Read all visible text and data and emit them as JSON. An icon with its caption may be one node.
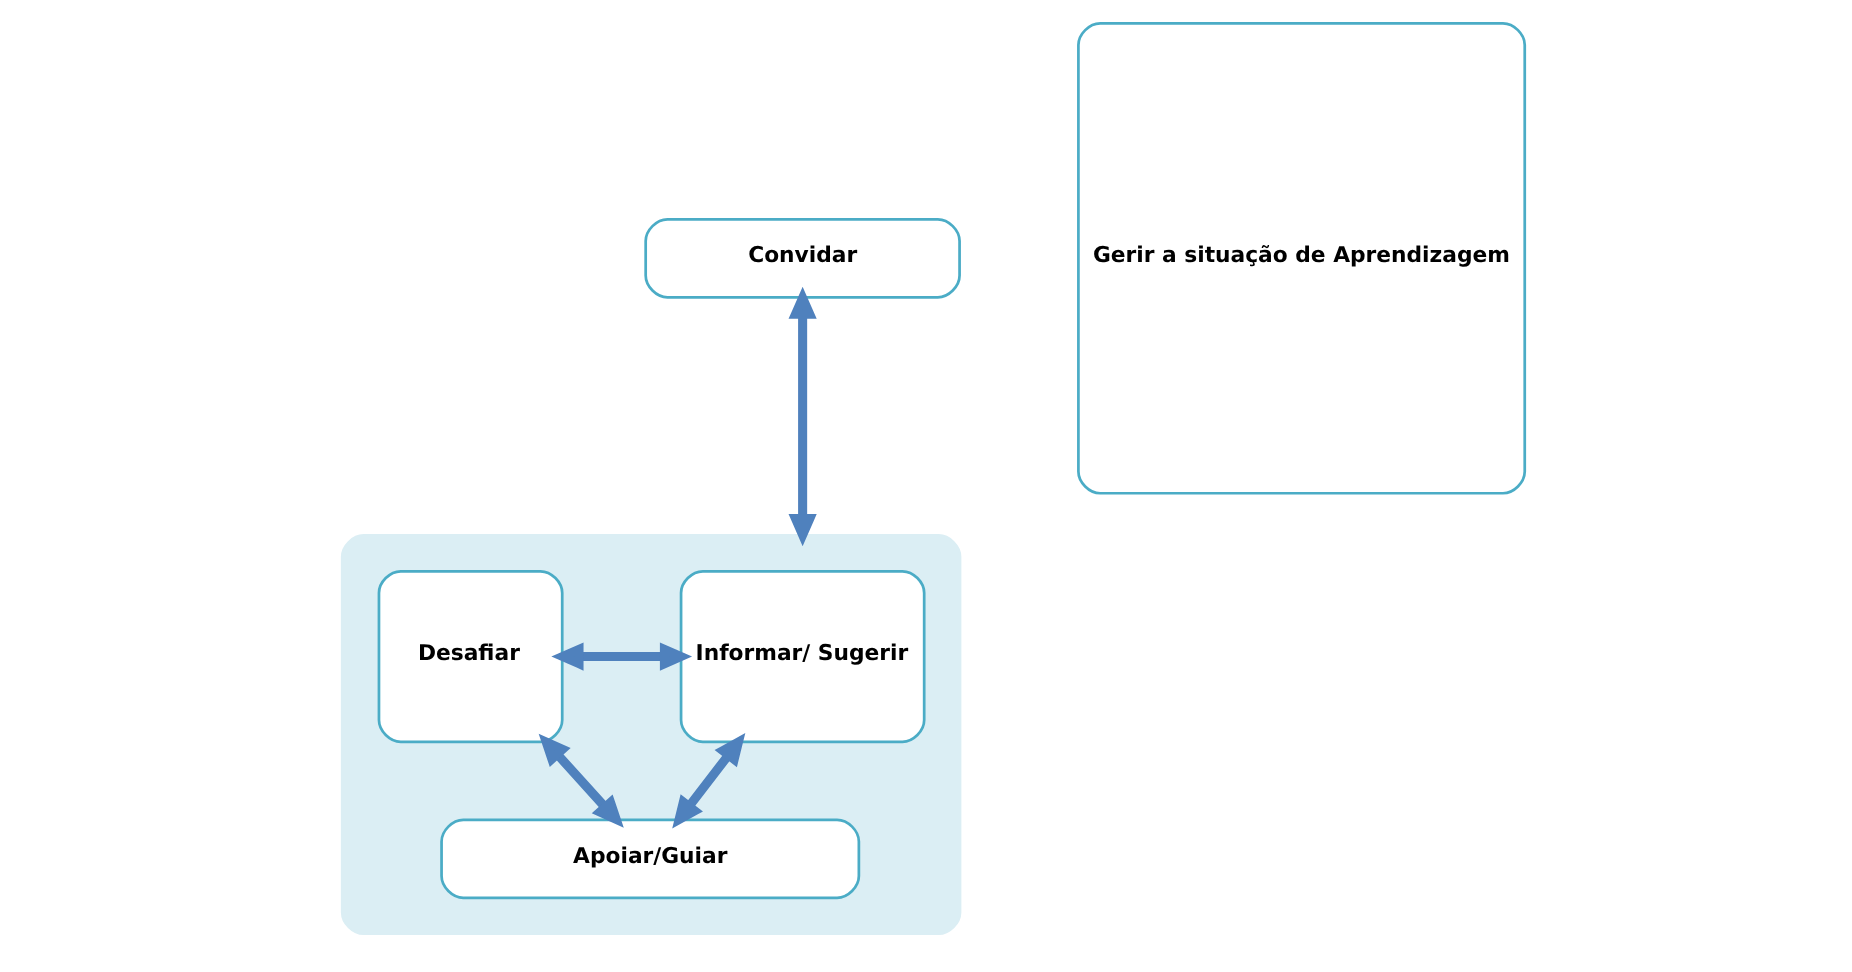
{
  "diagram": {
    "nodes": [
      {
        "text": [
          "Convidar"
        ]
      },
      {
        "text": [],
        "shape": "box"
      },
      {
        "text": [
          "Informar/ Sugerir"
        ],
        "in": 1
      },
      {
        "text": [
          "Desafiar"
        ],
        "in": 1
      },
      {
        "text": [
          "Apoiar/Guiar"
        ],
        "in": 1
      },
      {
        "text": [
          "Gerir a situação de Aprendizagem"
        ]
      }
    ],
    "edges": [
      {
        "from": 0,
        "to": 1,
        "arrow": "both"
      },
      {
        "from": 2,
        "to": 3,
        "arrow": "both"
      },
      {
        "from": 2,
        "to": 4,
        "arrow": "both"
      },
      {
        "from": 3,
        "to": 4,
        "arrow": "both"
      }
    ]
  }
}
